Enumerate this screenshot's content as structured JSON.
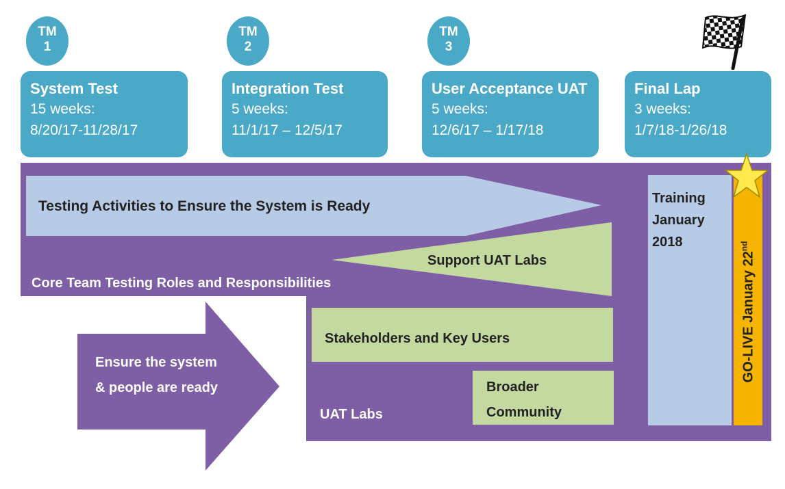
{
  "milestones": [
    {
      "line1": "TM",
      "line2": "1"
    },
    {
      "line1": "TM",
      "line2": "2"
    },
    {
      "line1": "TM",
      "line2": "3"
    }
  ],
  "phases": [
    {
      "title": "System Test",
      "duration": "15 weeks:",
      "dates": "8/20/17-11/28/17"
    },
    {
      "title": "Integration Test",
      "duration": "5 weeks:",
      "dates": "11/1/17 – 12/5/17"
    },
    {
      "title": "User Acceptance UAT",
      "duration": "5 weeks:",
      "dates": "12/6/17 – 1/17/18"
    },
    {
      "title": "Final Lap",
      "duration": "3 weeks:",
      "dates": "1/7/18-1/26/18"
    }
  ],
  "flow": {
    "testing_activities": "Testing Activities to Ensure the System is Ready",
    "support_uat_labs": "Support UAT Labs",
    "core_team": "Core Team Testing Roles and Responsibilities",
    "stakeholders": "Stakeholders and Key Users",
    "broader_community": "Broader Community",
    "uat_labs": "UAT Labs",
    "ensure_ready": "Ensure the system & people are ready"
  },
  "training": {
    "line1": "Training",
    "line2": "January",
    "line3": "2018"
  },
  "golive": {
    "text": "GO-LIVE January 22",
    "suffix": "nd"
  },
  "colors": {
    "teal": "#4ba9c8",
    "purple": "#7e5ea5",
    "light_blue": "#b8cbe6",
    "light_green": "#c4d9a0",
    "orange": "#f5b400",
    "star": "#ffe94d"
  },
  "icons": [
    "checkered-flag-icon",
    "star-icon"
  ]
}
